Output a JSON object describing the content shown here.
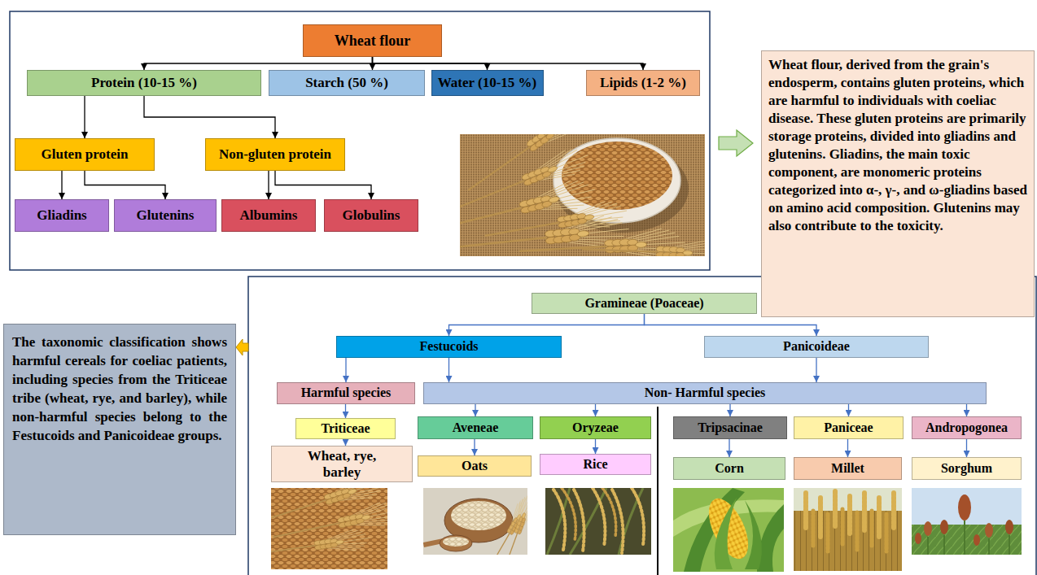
{
  "diagram": {
    "nodes": [
      {
        "text": [
          "Wheat flour"
        ]
      },
      {
        "text": [
          "Protein (10-15 %)"
        ]
      },
      {
        "text": [
          "Starch (50 %)"
        ]
      },
      {
        "text": [
          "Water (10-15 %)"
        ]
      },
      {
        "text": [
          "Lipids (1-2 %)"
        ]
      },
      {
        "text": [
          "Gluten protein"
        ]
      },
      {
        "text": [
          "Non-gluten protein"
        ]
      },
      {
        "text": [
          "Gliadins"
        ]
      },
      {
        "text": [
          "Glutenins"
        ]
      },
      {
        "text": [
          "Albumins"
        ]
      },
      {
        "text": [
          "Globulins"
        ]
      },
      {
        "text": [
          "Wheat flour, derived from the grain's endosperm, contains gluten proteins, which are harmful to individuals with coeliac disease. These gluten proteins are primarily storage proteins, divided into gliadins and glutenins. Gliadins, the main toxic component, are monomeric proteins categorized into α-, γ-, and ω-gliadins based on amino acid composition. Glutenins may also contribute to the toxicity."
        ]
      },
      {
        "text": [
          "The taxonomic classification shows harmful cereals for coeliac patients, including species from the Triticeae tribe (wheat, rye, and barley), while non-harmful species belong to the Festucoids and Panicoideae groups."
        ]
      },
      {
        "text": [
          "Gramineae (Poaceae)"
        ]
      },
      {
        "text": [
          "Festucoids"
        ]
      },
      {
        "text": [
          "Panicoideae"
        ]
      },
      {
        "text": [
          "Harmful species"
        ]
      },
      {
        "text": [
          "Non- Harmful species"
        ]
      },
      {
        "text": [
          "Triticeae"
        ]
      },
      {
        "text": [
          "Aveneae"
        ]
      },
      {
        "text": [
          "Oryzeae"
        ]
      },
      {
        "text": [
          "Tripsacinae"
        ]
      },
      {
        "text": [
          "Paniceae"
        ]
      },
      {
        "text": [
          "Andropogonea"
        ]
      },
      {
        "text": [
          "Wheat, rye, barley"
        ]
      },
      {
        "text": [
          "Oats"
        ]
      },
      {
        "text": [
          "Rice"
        ]
      },
      {
        "text": [
          "Corn"
        ]
      },
      {
        "text": [
          "Millet"
        ]
      },
      {
        "text": [
          "Sorghum"
        ]
      }
    ],
    "edges": [
      {
        "from": 0,
        "to": 1,
        "arrow": "to"
      },
      {
        "from": 0,
        "to": 2,
        "arrow": "to"
      },
      {
        "from": 0,
        "to": 3,
        "arrow": "to"
      },
      {
        "from": 0,
        "to": 4,
        "arrow": "to"
      },
      {
        "from": 1,
        "to": 5,
        "arrow": "to"
      },
      {
        "from": 1,
        "to": 6,
        "arrow": "to"
      },
      {
        "from": 5,
        "to": 7,
        "arrow": "to"
      },
      {
        "from": 5,
        "to": 8,
        "arrow": "to"
      },
      {
        "from": 6,
        "to": 9,
        "arrow": "to"
      },
      {
        "from": 6,
        "to": 10,
        "arrow": "to"
      },
      {
        "from": 13,
        "to": 14,
        "arrow": "to"
      },
      {
        "from": 13,
        "to": 15,
        "arrow": "to"
      },
      {
        "from": 14,
        "to": 16,
        "arrow": "to"
      },
      {
        "from": 14,
        "to": 17,
        "arrow": "to"
      },
      {
        "from": 15,
        "to": 17,
        "arrow": "to"
      },
      {
        "from": 16,
        "to": 18,
        "arrow": "to"
      },
      {
        "from": 18,
        "to": 24,
        "arrow": "to"
      },
      {
        "from": 17,
        "to": 19,
        "arrow": "to"
      },
      {
        "from": 17,
        "to": 20,
        "arrow": "to"
      },
      {
        "from": 17,
        "to": 21,
        "arrow": "to"
      },
      {
        "from": 17,
        "to": 22,
        "arrow": "to"
      },
      {
        "from": 17,
        "to": 23,
        "arrow": "to"
      },
      {
        "from": 19,
        "to": 25,
        "arrow": "to"
      },
      {
        "from": 20,
        "to": 26,
        "arrow": "to"
      },
      {
        "from": 21,
        "to": 27,
        "arrow": "to"
      },
      {
        "from": 22,
        "to": 28,
        "arrow": "to"
      },
      {
        "from": 23,
        "to": 29,
        "arrow": "to"
      }
    ]
  }
}
